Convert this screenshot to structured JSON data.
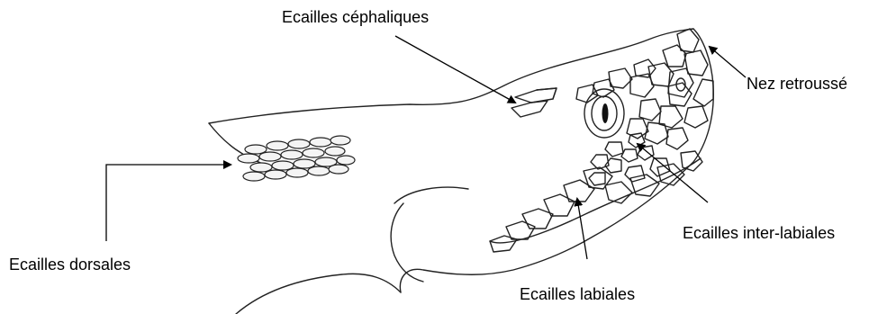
{
  "labels": {
    "cephaliques": "Ecailles céphaliques",
    "nez": "Nez retroussé",
    "dorsales": "Ecailles dorsales",
    "inter_labiales": "Ecailles inter-labiales",
    "labiales": "Ecailles labiales"
  }
}
